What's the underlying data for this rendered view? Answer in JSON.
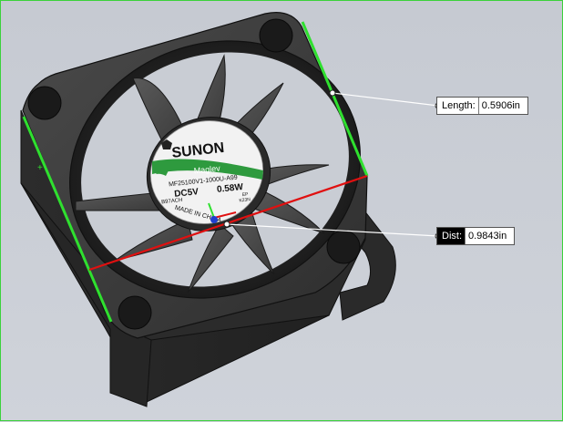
{
  "measurements": {
    "length": {
      "label": "Length:",
      "value": "0.5906in"
    },
    "distance": {
      "label": "Dist:",
      "value": "0.9843in"
    }
  },
  "fan_label": {
    "brand": "SUNON",
    "series": "Maglev",
    "model": "MF25100V1-1000U-A99",
    "rating_voltage": "DC5V",
    "rating_power": "0.58W",
    "lot": "B97ACH",
    "ep": "EP",
    "code": "K23N",
    "origin": "MADE IN CHINA"
  },
  "colors": {
    "highlight_edge": "#2fe02f",
    "measure_line": "#e01010",
    "fan_body": "#3a3a3a",
    "background": "#c8ccd4"
  }
}
